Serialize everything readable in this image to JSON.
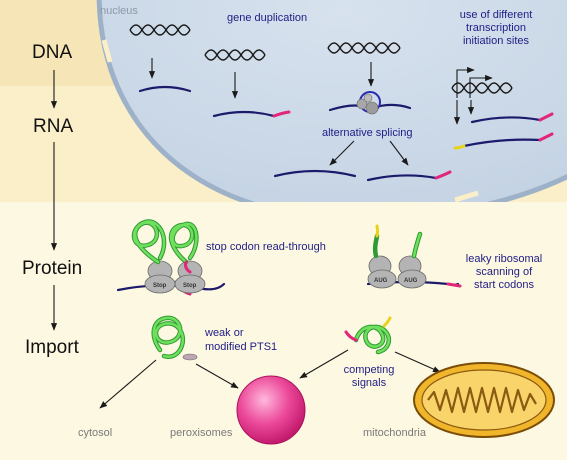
{
  "stages": {
    "dna": "DNA",
    "rna": "RNA",
    "protein": "Protein",
    "import": "Import"
  },
  "nucleus_label": "nucleus",
  "mechanisms": {
    "gene_duplication": "gene duplication",
    "transcription_sites": [
      "use of different",
      "transcription",
      "initiation sites"
    ],
    "alternative_splicing": "alternative splicing",
    "stop_codon": "stop codon read-through",
    "leaky_scanning": [
      "leaky ribosomal",
      "scanning of",
      "start codons"
    ],
    "weak_pts1": [
      "weak or",
      "modified PTS1"
    ],
    "competing_signals": [
      "competing",
      "signals"
    ]
  },
  "ribosome_labels": {
    "stop": "Stop",
    "aug": "AUG"
  },
  "compartments": {
    "cytosol": "cytosol",
    "peroxisomes": "peroxisomes",
    "mitochondria": "mitochondria"
  },
  "colors": {
    "background": "#fdf8e1",
    "band": "#f6e5b6",
    "nucleus_fill": "#cbd8e6",
    "nucleus_edge": "#9db1c8",
    "mrna": "#1c1a6b",
    "pts_tag": "#e2267a",
    "start_tag": "#e8d31a",
    "protein_coil": "#3aaa3a",
    "peroxisome": "#e8368c",
    "mitochondrion": "#e6a91c",
    "annotation_text": "#1f1d86"
  },
  "icons": [
    "dna-double-helix-icon",
    "mrna-strand-icon",
    "spliceosome-icon",
    "ribosome-icon",
    "protein-coil-icon",
    "peroxisome-icon",
    "mitochondrion-icon"
  ]
}
